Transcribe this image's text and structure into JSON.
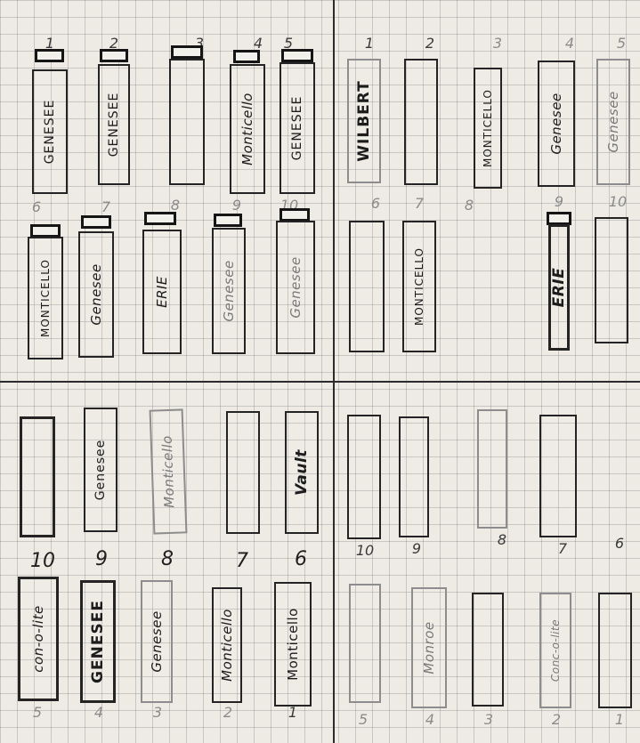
{
  "quadrants": {
    "top_left": {
      "row1": [
        {
          "num": "1",
          "label": "GENESEE"
        },
        {
          "num": "2",
          "label": "GENESEE"
        },
        {
          "num": "3",
          "label": ""
        },
        {
          "num": "4",
          "label": "Monticello"
        },
        {
          "num": "5",
          "label": "GENESEE"
        }
      ],
      "row2": [
        {
          "num": "6",
          "label": "MONTICELLO"
        },
        {
          "num": "7",
          "label": "Genesee"
        },
        {
          "num": "8",
          "label": "ERIE"
        },
        {
          "num": "9",
          "label": "Genesee"
        },
        {
          "num": "10",
          "label": "Genesee"
        }
      ]
    },
    "top_right": {
      "row1": [
        {
          "num": "1",
          "label": "WILBERT"
        },
        {
          "num": "2",
          "label": ""
        },
        {
          "num": "3",
          "label": "MONTICELLO"
        },
        {
          "num": "4",
          "label": "Genesee"
        },
        {
          "num": "5",
          "label": "Genesee"
        }
      ],
      "row2": [
        {
          "num": "6",
          "label": ""
        },
        {
          "num": "7",
          "label": "MONTICELLO"
        },
        {
          "num": "8",
          "label": ""
        },
        {
          "num": "9",
          "label": "ERIE"
        },
        {
          "num": "10",
          "label": ""
        }
      ]
    },
    "bottom_left": {
      "row1": [
        {
          "num": "10",
          "label": ""
        },
        {
          "num": "9",
          "label": "Genesee"
        },
        {
          "num": "8",
          "label": "Monticello"
        },
        {
          "num": "7",
          "label": ""
        },
        {
          "num": "6",
          "label": "Vault"
        }
      ],
      "row2": [
        {
          "num": "5",
          "label": "con-o-lite"
        },
        {
          "num": "4",
          "label": "GENESEE"
        },
        {
          "num": "3",
          "label": "Genesee"
        },
        {
          "num": "2",
          "label": "Monticello"
        },
        {
          "num": "1",
          "label": "Monticello"
        }
      ]
    },
    "bottom_right": {
      "row1": [
        {
          "num": "10",
          "label": ""
        },
        {
          "num": "9",
          "label": ""
        },
        {
          "num": "8",
          "label": ""
        },
        {
          "num": "7",
          "label": ""
        },
        {
          "num": "6",
          "label": ""
        }
      ],
      "row2": [
        {
          "num": "5",
          "label": ""
        },
        {
          "num": "4",
          "label": "Monroe"
        },
        {
          "num": "3",
          "label": ""
        },
        {
          "num": "2",
          "label": "Conc-o-lite"
        },
        {
          "num": "1",
          "label": ""
        }
      ]
    }
  }
}
